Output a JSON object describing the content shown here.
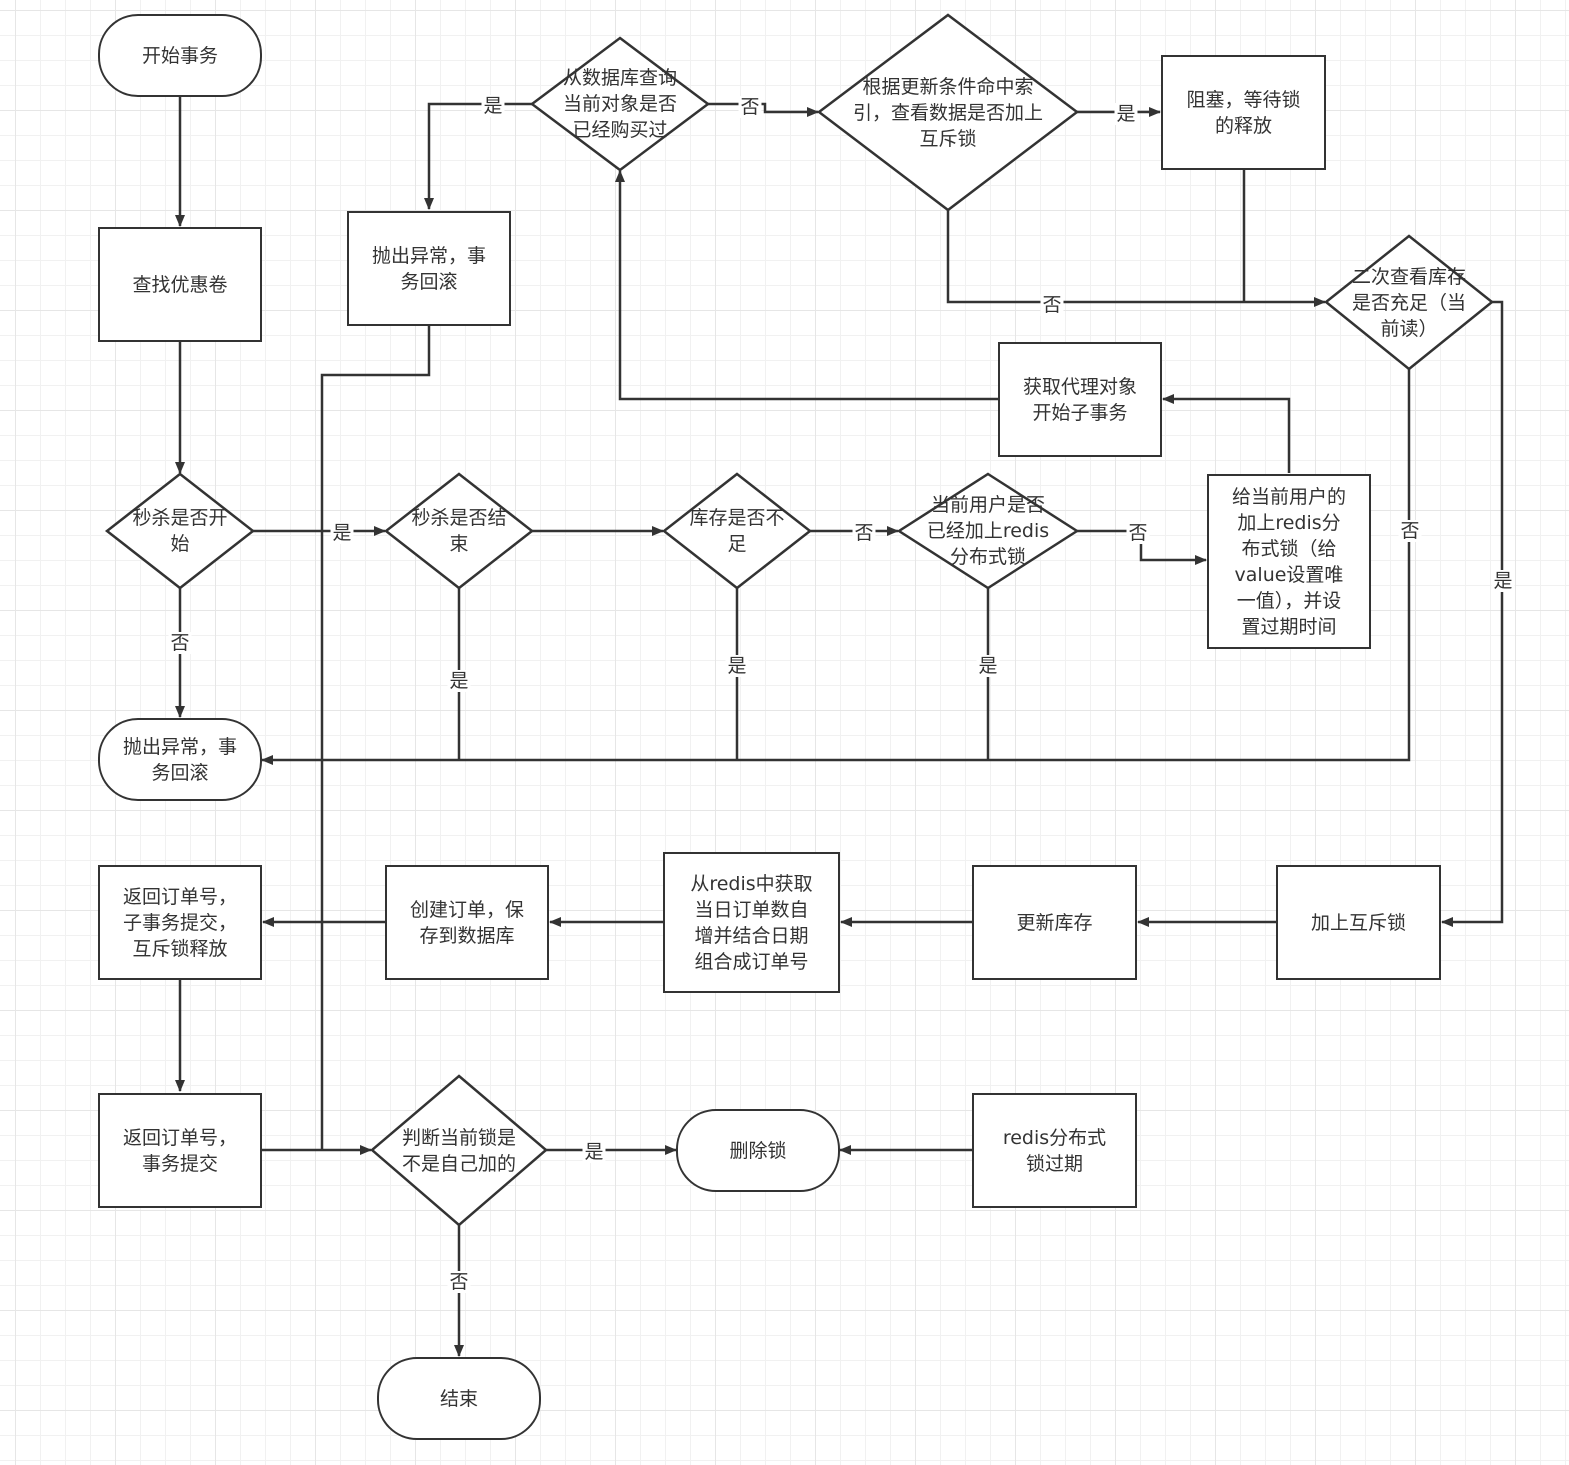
{
  "diagram": {
    "type": "flowchart",
    "colors": {
      "stroke": "#333333",
      "text": "#333333",
      "grid_minor": "#f1f1f1",
      "grid_major": "#e6e6e6",
      "background": "#ffffff"
    },
    "nodes": {
      "start": "开始事务",
      "find_coupon": "查找优惠卷",
      "seckill_started": "秒杀是否开\n始",
      "throw_rollback_main": "抛出异常，事\n务回滚",
      "seckill_ended": "秒杀是否结\n束",
      "stock_insufficient": "库存是否不\n足",
      "user_has_redis_lock": "当前用户是否\n已经加上redis\n分布式锁",
      "add_redis_lock": "给当前用户的\n加上redis分\n布式锁（给\nvalue设置唯\n一值），并设\n置过期时间",
      "get_proxy": "获取代理对象\n开始子事务",
      "already_bought": "从数据库查询\n当前对象是否\n已经购买过",
      "throw_rollback_sub": "抛出异常，事\n务回滚",
      "index_locked": "根据更新条件命中索\n引，查看数据是否加上\n互斥锁",
      "block_wait": "阻塞，等待锁\n的释放",
      "recheck_stock": "二次查看库存\n是否充足（当\n前读）",
      "add_mutex": "加上互斥锁",
      "update_stock": "更新库存",
      "gen_order_no": "从redis中获取\n当日订单数自\n增并结合日期\n组合成订单号",
      "create_order": "创建订单，保\n存到数据库",
      "return_sub_commit": "返回订单号，\n子事务提交，\n互斥锁释放",
      "return_commit": "返回订单号，\n事务提交",
      "is_own_lock": "判断当前锁是\n不是自己加的",
      "delete_lock": "删除锁",
      "redis_lock_expire": "redis分布式\n锁过期",
      "end": "结束"
    },
    "edge_labels": {
      "yes": "是",
      "no": "否"
    },
    "edges": [
      {
        "from": "start",
        "to": "find_coupon",
        "label": ""
      },
      {
        "from": "find_coupon",
        "to": "seckill_started",
        "label": ""
      },
      {
        "from": "seckill_started",
        "to": "seckill_ended",
        "label": "是"
      },
      {
        "from": "seckill_started",
        "to": "throw_rollback_main",
        "label": "否"
      },
      {
        "from": "seckill_ended",
        "to": "stock_insufficient",
        "label": ""
      },
      {
        "from": "seckill_ended",
        "to": "throw_rollback_main",
        "label": "是"
      },
      {
        "from": "stock_insufficient",
        "to": "user_has_redis_lock",
        "label": "否"
      },
      {
        "from": "stock_insufficient",
        "to": "throw_rollback_main",
        "label": "是"
      },
      {
        "from": "user_has_redis_lock",
        "to": "add_redis_lock",
        "label": "否"
      },
      {
        "from": "user_has_redis_lock",
        "to": "throw_rollback_main",
        "label": "是"
      },
      {
        "from": "add_redis_lock",
        "to": "get_proxy",
        "label": ""
      },
      {
        "from": "get_proxy",
        "to": "already_bought",
        "label": ""
      },
      {
        "from": "already_bought",
        "to": "throw_rollback_sub",
        "label": "是"
      },
      {
        "from": "already_bought",
        "to": "index_locked",
        "label": "否"
      },
      {
        "from": "index_locked",
        "to": "block_wait",
        "label": "是"
      },
      {
        "from": "index_locked",
        "to": "recheck_stock",
        "label": "否"
      },
      {
        "from": "block_wait",
        "to": "recheck_stock",
        "label": ""
      },
      {
        "from": "recheck_stock",
        "to": "throw_rollback_main",
        "label": "否"
      },
      {
        "from": "recheck_stock",
        "to": "add_mutex",
        "label": "是"
      },
      {
        "from": "add_mutex",
        "to": "update_stock",
        "label": ""
      },
      {
        "from": "update_stock",
        "to": "gen_order_no",
        "label": ""
      },
      {
        "from": "gen_order_no",
        "to": "create_order",
        "label": ""
      },
      {
        "from": "create_order",
        "to": "return_sub_commit",
        "label": ""
      },
      {
        "from": "return_sub_commit",
        "to": "return_commit",
        "label": ""
      },
      {
        "from": "return_commit",
        "to": "is_own_lock",
        "label": ""
      },
      {
        "from": "throw_rollback_sub",
        "to": "is_own_lock",
        "label": ""
      },
      {
        "from": "is_own_lock",
        "to": "delete_lock",
        "label": "是"
      },
      {
        "from": "is_own_lock",
        "to": "end",
        "label": "否"
      },
      {
        "from": "redis_lock_expire",
        "to": "delete_lock",
        "label": ""
      }
    ]
  }
}
